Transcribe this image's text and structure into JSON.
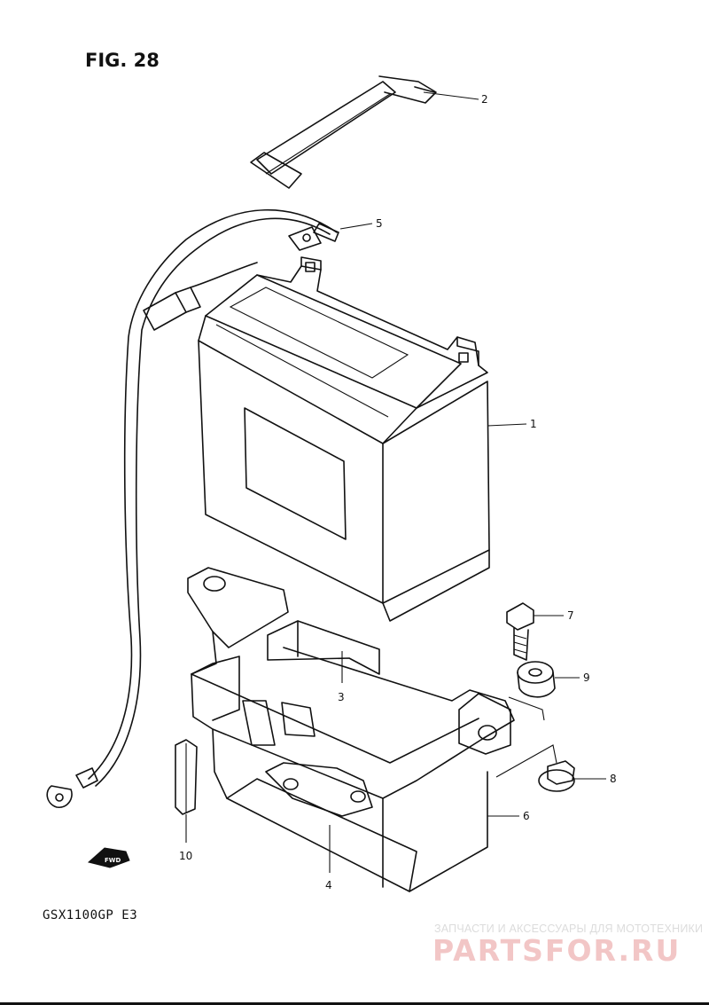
{
  "figure": {
    "title": "FIG. 28",
    "model": "GSX1100GP  E3"
  },
  "parts": [
    {
      "number": "1"
    },
    {
      "number": "2"
    },
    {
      "number": "3"
    },
    {
      "number": "4"
    },
    {
      "number": "5"
    },
    {
      "number": "6"
    },
    {
      "number": "7"
    },
    {
      "number": "8"
    },
    {
      "number": "9"
    },
    {
      "number": "10"
    }
  ],
  "direction_marker": "FWD",
  "watermark": {
    "caption": "ЗАПЧАСТИ И АКСЕССУАРЫ ДЛЯ МОТОТЕХНИКИ",
    "brand": "PARTSFOR.RU"
  },
  "colors": {
    "ink": "#111111",
    "watermark_brand": "#f2c6c6",
    "watermark_caption": "#dcdcdc"
  }
}
